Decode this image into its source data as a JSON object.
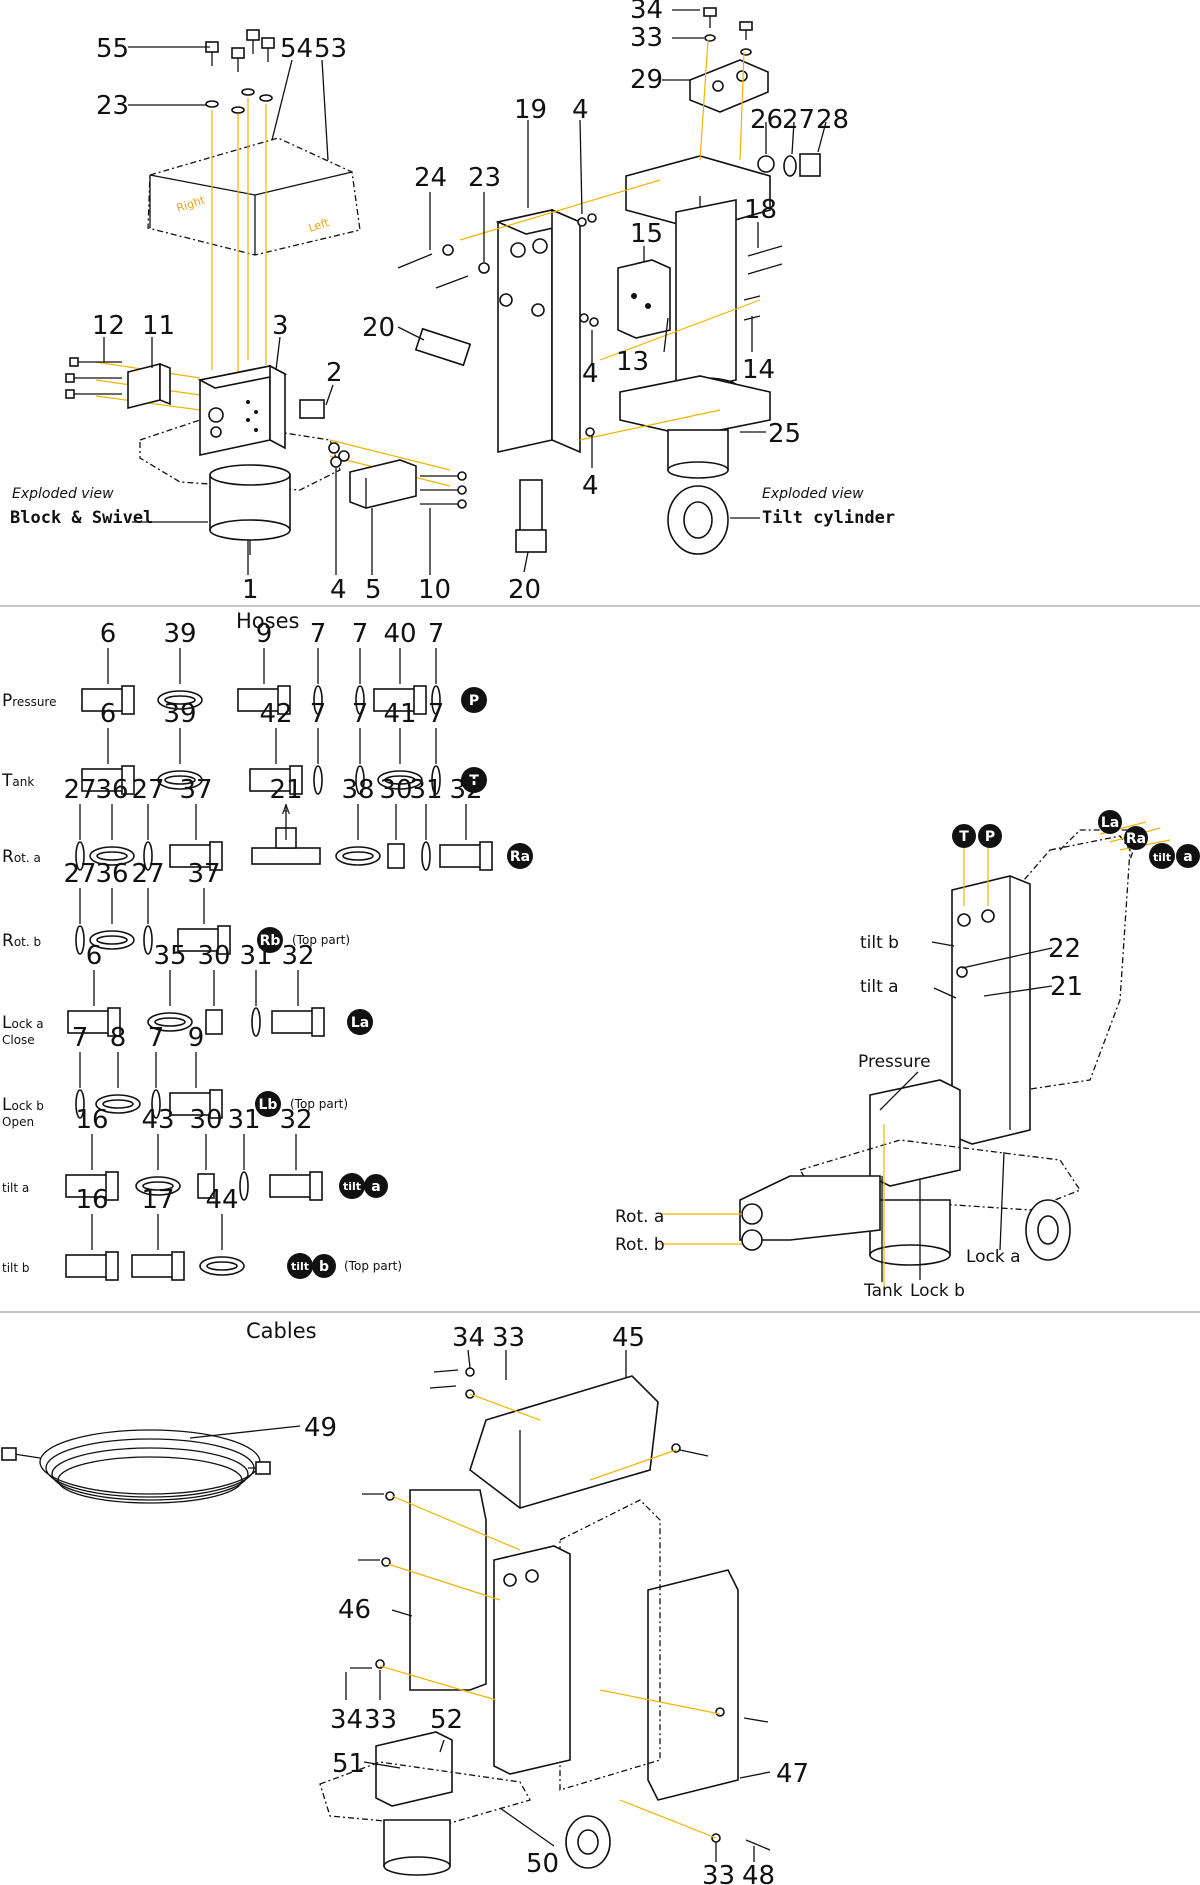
{
  "sections": {
    "hoses_title": "Hoses",
    "cables_title": "Cables"
  },
  "exploded": {
    "left_caption_1": "Exploded view",
    "left_caption_2": "Block & Swivel",
    "right_caption_1": "Exploded view",
    "right_caption_2": "Tilt cylinder",
    "cover_left": "Left",
    "cover_right": "Right",
    "callouts": [
      "55",
      "54",
      "53",
      "23",
      "12",
      "11",
      "3",
      "2",
      "1",
      "4",
      "5",
      "10",
      "34",
      "33",
      "29",
      "19",
      "4",
      "24",
      "23",
      "15",
      "18",
      "20",
      "13",
      "4",
      "14",
      "26",
      "27",
      "28",
      "25",
      "4",
      "20"
    ]
  },
  "hose_rows": [
    {
      "cap": "P",
      "rest": "ressure",
      "sub": "",
      "parts": [
        "6",
        "39",
        "9",
        "7",
        "7",
        "40",
        "7"
      ],
      "badge": "P",
      "note": ""
    },
    {
      "cap": "T",
      "rest": "ank",
      "sub": "",
      "parts": [
        "6",
        "39",
        "42",
        "7",
        "7",
        "41",
        "7"
      ],
      "badge": "T",
      "note": ""
    },
    {
      "cap": "R",
      "rest": "ot. a",
      "sub": "",
      "parts": [
        "27",
        "36",
        "27",
        "37",
        "21",
        "38",
        "30",
        "31",
        "32"
      ],
      "extra": "A",
      "badge": "Ra",
      "note": ""
    },
    {
      "cap": "R",
      "rest": "ot. b",
      "sub": "",
      "parts": [
        "27",
        "36",
        "27",
        "37"
      ],
      "badge": "Rb",
      "note": "(Top part)"
    },
    {
      "cap": "L",
      "rest": "ock a",
      "sub": "Close",
      "parts": [
        "6",
        "35",
        "30",
        "31",
        "32"
      ],
      "badge": "La",
      "note": ""
    },
    {
      "cap": "L",
      "rest": "ock b",
      "sub": "Open",
      "parts": [
        "7",
        "8",
        "7",
        "9"
      ],
      "badge": "Lb",
      "note": "(Top part)"
    },
    {
      "cap": "",
      "rest": "tilt a",
      "sub": "",
      "parts": [
        "16",
        "43",
        "30",
        "31",
        "32"
      ],
      "badge": "tilt a",
      "note": ""
    },
    {
      "cap": "",
      "rest": "tilt b",
      "sub": "",
      "parts": [
        "16",
        "17",
        "44"
      ],
      "badge": "tilt b",
      "note": "(Top part)"
    }
  ],
  "assembly": {
    "labels": [
      "tilt b",
      "tilt a",
      "Pressure",
      "Rot. a",
      "Rot. b",
      "Tank",
      "Lock b",
      "Lock a"
    ],
    "callouts": [
      "22",
      "21"
    ],
    "badges": [
      "T",
      "P",
      "La",
      "Ra",
      "tilt",
      "a"
    ]
  },
  "cables": {
    "callouts": [
      "34",
      "33",
      "45",
      "49",
      "46",
      "34",
      "33",
      "52",
      "51",
      "50",
      "47",
      "33",
      "48"
    ]
  }
}
